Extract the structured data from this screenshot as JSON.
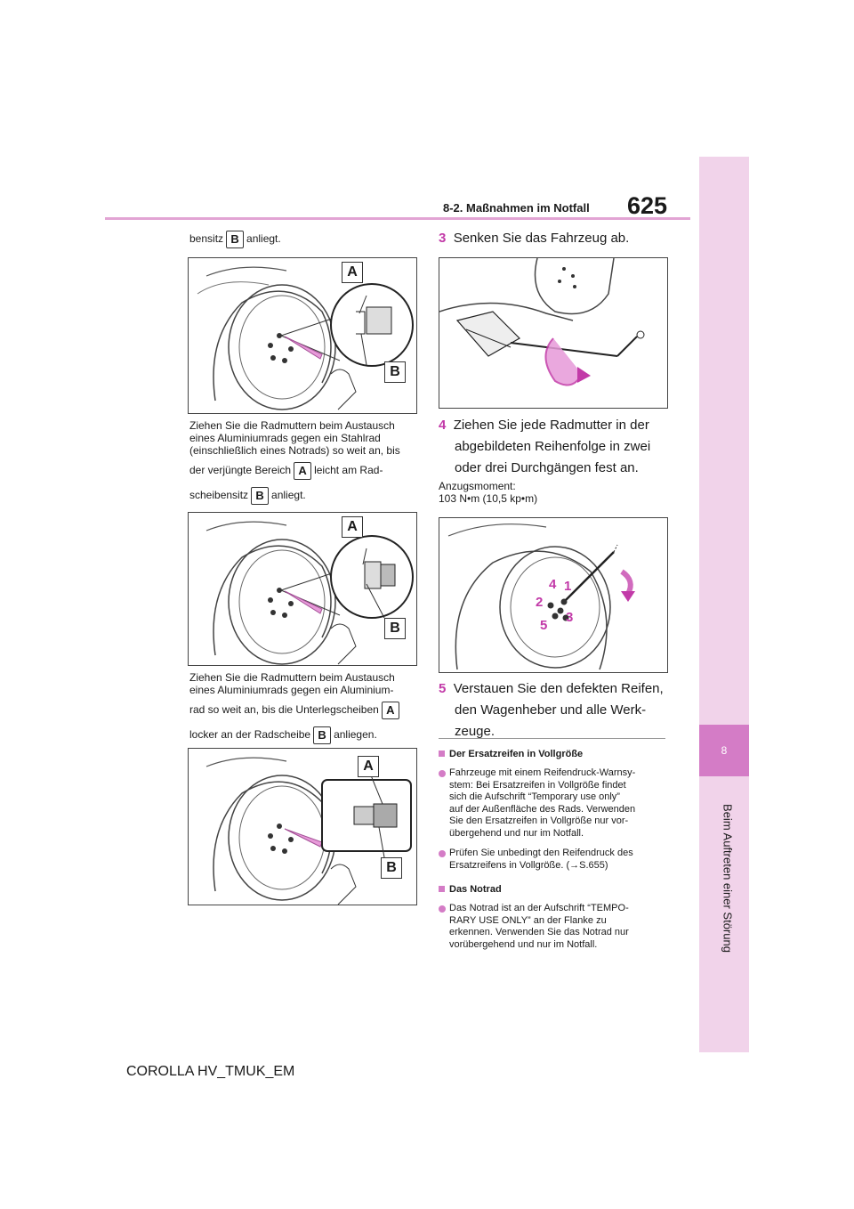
{
  "header": {
    "page_number": "625",
    "section": "8-2. Maßnahmen im Notfall",
    "chapter_number": "8",
    "chapter_title": "Beim Auftreten einer Störung"
  },
  "left": {
    "intro_text_before": "bensitz",
    "intro_badge": "B",
    "intro_text_after": "anliegt.",
    "fig1_labels": {
      "a": "A",
      "b": "B"
    },
    "para1": {
      "line1": "Ziehen Sie die Radmuttern beim Austausch",
      "line2": "eines Aluminiumrads gegen ein Stahlrad",
      "line3": "(einschließlich eines Notrads) so weit an, bis",
      "line4_before": "der verjüngte Bereich",
      "line4_badge": "A",
      "line4_after": "leicht am Rad-",
      "line5_before": "scheibensitz",
      "line5_badge": "B",
      "line5_after": "anliegt."
    },
    "fig2_labels": {
      "a": "A",
      "b": "B"
    },
    "para2": {
      "line1": "Ziehen Sie die Radmuttern beim Austausch",
      "line2": "eines Aluminiumrads gegen ein Aluminium-",
      "line3_before": "rad so weit an, bis die Unterlegscheiben",
      "line3_badge": "A",
      "line4_before": "locker an der Radscheibe",
      "line4_badge": "B",
      "line4_after": "anliegen."
    },
    "fig3_labels": {
      "a": "A",
      "b": "B"
    }
  },
  "right": {
    "step3": {
      "num": "3",
      "text": "Senken Sie das Fahrzeug ab."
    },
    "step4": {
      "num": "4",
      "line1": "Ziehen Sie jede Radmutter in der",
      "line2": "abgebildeten Reihenfolge in zwei",
      "line3": "oder drei Durchgängen fest an."
    },
    "torque_label": "Anzugsmoment:",
    "torque_value": "103 N•m (10,5 kp•m)",
    "fig5_numbers": [
      "1",
      "2",
      "3",
      "4",
      "5"
    ],
    "step5": {
      "num": "5",
      "line1": "Verstauen Sie den defekten Reifen,",
      "line2": "den Wagenheber und alle Werk-",
      "line3": "zeuge."
    },
    "notes": {
      "head1": "Der Ersatzreifen in Vollgröße",
      "b1": [
        "Fahrzeuge mit einem Reifendruck-Warnsy-",
        "stem: Bei Ersatzreifen in Vollgröße findet",
        "sich die Aufschrift “Temporary use only”",
        "auf der Außenfläche des Rads. Verwenden",
        "Sie den Ersatzreifen in Vollgröße nur vor-",
        "übergehend und nur im Notfall."
      ],
      "b2": [
        "Prüfen Sie unbedingt den Reifendruck des",
        "Ersatzreifens in Vollgröße. (→S.655)"
      ],
      "head2": "Das Notrad",
      "b3": [
        "Das Notrad ist an der Aufschrift “TEMPO-",
        "RARY USE ONLY” an der Flanke zu",
        "erkennen. Verwenden Sie das Notrad nur",
        "vorübergehend und nur im Notfall."
      ]
    }
  },
  "footer": {
    "model": "COROLLA HV_TMUK_EM"
  },
  "colors": {
    "accent": "#d47cc6",
    "accent_light": "#f1d3ea",
    "header_rule": "#e2a4d4",
    "step_number": "#c23aa8"
  }
}
